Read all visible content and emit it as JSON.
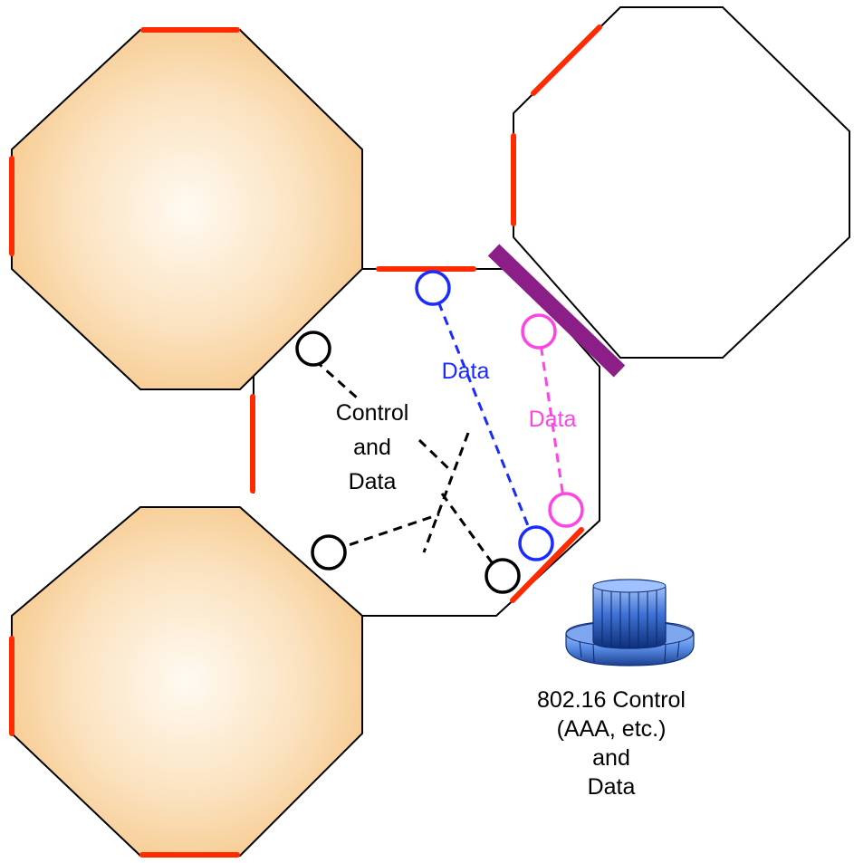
{
  "labels": {
    "control_and_data": [
      "Control",
      "and",
      "Data"
    ],
    "data_blue": "Data",
    "data_magenta": "Data",
    "server": [
      "802.16 Control",
      "(AAA, etc.)",
      "and",
      "Data"
    ]
  },
  "colors": {
    "cell_fill_center": "#fffaf2",
    "cell_fill_edge": "#f7c98c",
    "outline": "#000000",
    "edge_red": "#ff2a00",
    "blue_link": "#1a2bff",
    "magenta_link": "#ff44e6",
    "purple_bar": "#8b1f87",
    "server_blue": "#3a6fd8"
  },
  "icons": {
    "server": "server-rack-icon"
  }
}
